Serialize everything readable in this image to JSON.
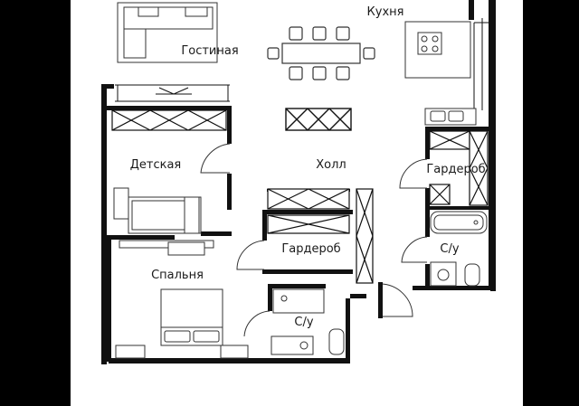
{
  "plan": {
    "rooms": {
      "kitchen": "Кухня",
      "living": "Гостиная",
      "kids": "Детская",
      "hall": "Холл",
      "wardrobe_right": "Гардероб",
      "wardrobe_center": "Гардероб",
      "bath_right": "С/у",
      "bedroom": "Спальня",
      "bath_center": "С/у"
    }
  },
  "colors": {
    "background": "#000000",
    "paper": "#ffffff",
    "wall": "#111111",
    "furniture": "#333333"
  }
}
